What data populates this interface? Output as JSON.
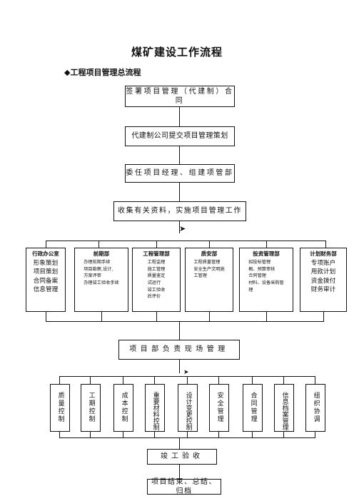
{
  "title": "煤矿建设工作流程",
  "subtitle": "◆工程项目管理总流程",
  "steps": {
    "s1": "签署项目管理（代建制）合同",
    "s2": "代建制公司提交项目管理策划",
    "s3": "委任项目经理、组建项管部",
    "s4": "收集有关资料，实施项目管理工作",
    "s5": "项目部负责现场管理",
    "s6": "竣工验收",
    "s7": "项目结束、总结、归档"
  },
  "departments": [
    {
      "name": "行政办公室",
      "items": [
        "形象策划",
        "项目策划",
        "合同备案",
        "信息管理"
      ]
    },
    {
      "name": "前期部",
      "items": [
        "办理前期手续",
        "项目勘察,设计,",
        "方案评审",
        "办理竣工验收手续"
      ]
    },
    {
      "name": "工程管理部",
      "items": [
        "工程监理",
        "施工管理",
        "质量鉴定",
        "试运行",
        "竣工验收",
        "后评价"
      ]
    },
    {
      "name": "质安部",
      "items": [
        "工程质量管理",
        "安全生产文明施",
        "工管理"
      ]
    },
    {
      "name": "投资管理部",
      "items": [
        "招投标管理",
        "概、预算审核",
        "合同管理",
        "材料、设备采购管",
        "理"
      ]
    },
    {
      "name": "计划财务部",
      "items": [
        "专项账户",
        "用款计划",
        "资金拨付",
        "财务审计"
      ]
    }
  ],
  "controls": [
    "质量控制",
    "工期控制",
    "成本控制",
    "重要材料控制",
    "设计变更控制",
    "安全管理",
    "合同管理",
    "信息档案管理",
    "组织协调"
  ]
}
